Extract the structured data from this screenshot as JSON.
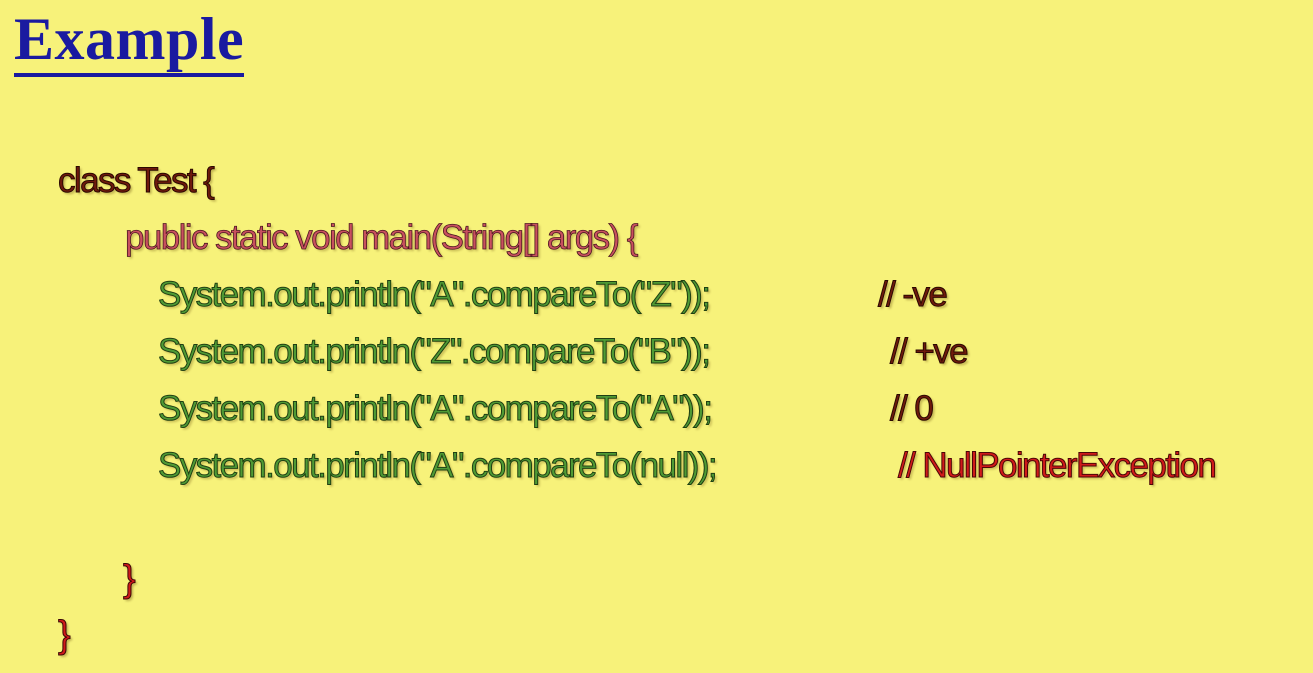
{
  "title": "Example",
  "code": {
    "class_line": "class Test {",
    "method_line": "public static void main(String[] args) {",
    "statements": [
      {
        "code": "System.out.println(\"A\".compareTo(\"Z\"));",
        "comment": "// -ve"
      },
      {
        "code": "System.out.println(\"Z\".compareTo(\"B\"));",
        "comment": "// +ve"
      },
      {
        "code": "System.out.println(\"A\".compareTo(\"A\"));",
        "comment": "// 0"
      },
      {
        "code": "System.out.println(\"A\".compareTo(null));",
        "comment": "// NullPointerException"
      }
    ],
    "method_close": "}",
    "class_close": "}"
  },
  "colors": {
    "background": "#f7f27a",
    "title": "#1a1aa0",
    "class_text": "#6e1a0c",
    "method_text": "#c8505e",
    "statement_text": "#4f9a35",
    "comment_red": "#d01a1a",
    "comment_dark": "#6e1a0c"
  }
}
